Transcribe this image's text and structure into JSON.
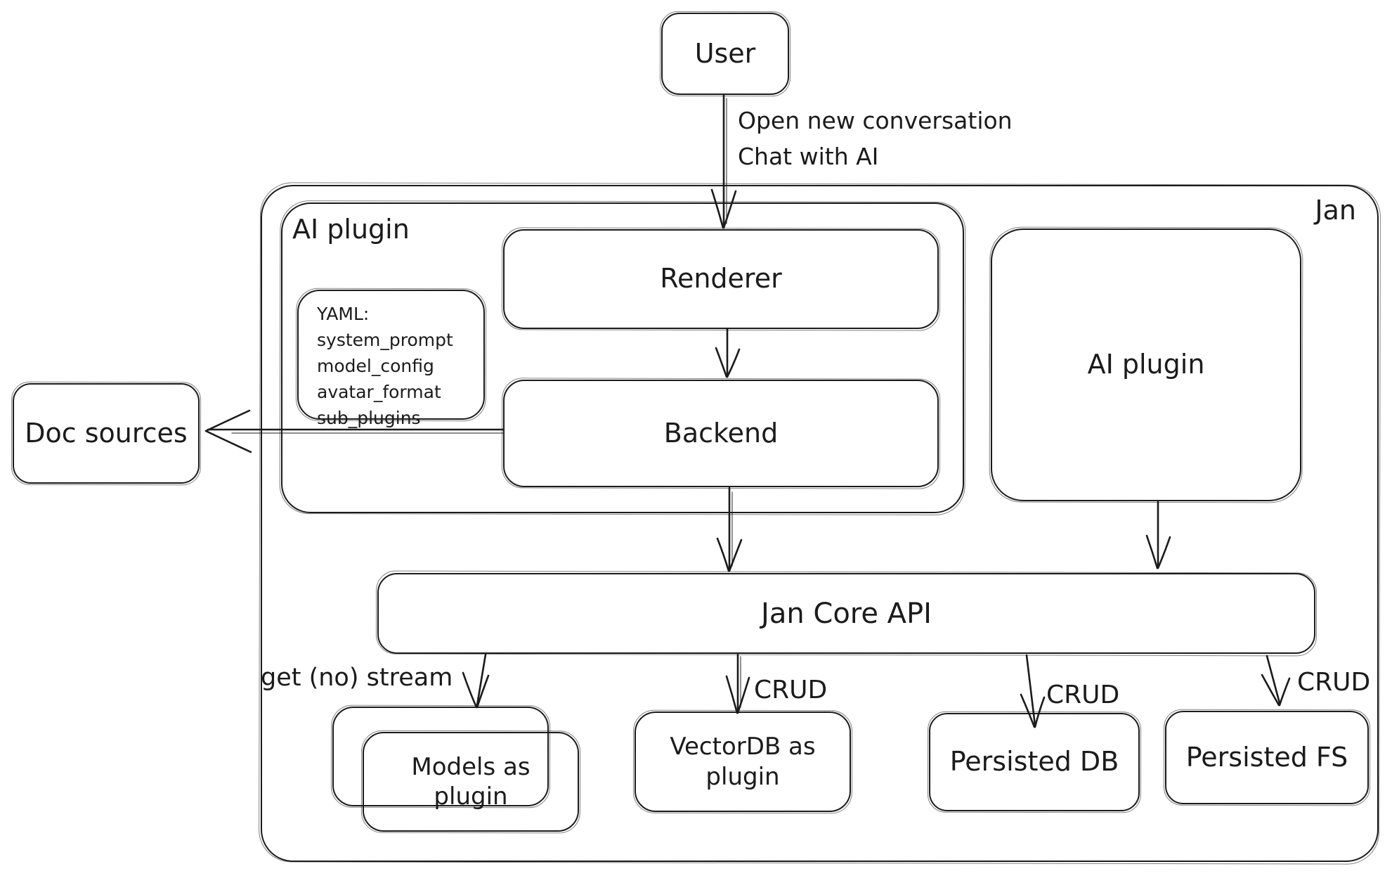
{
  "nodes": {
    "user": {
      "label": "User"
    },
    "jan": {
      "label": "Jan"
    },
    "ai_plugin_group": {
      "label": "AI plugin"
    },
    "renderer": {
      "label": "Renderer"
    },
    "backend": {
      "label": "Backend"
    },
    "yaml_note": {
      "title": "YAML:",
      "items": [
        "system_prompt",
        "model_config",
        "avatar_format",
        "sub_plugins"
      ]
    },
    "doc_sources": {
      "label": "Doc sources"
    },
    "ai_plugin_box": {
      "label": "AI plugin"
    },
    "jan_core_api": {
      "label": "Jan Core API"
    },
    "models_plugin": {
      "label": "Models as plugin"
    },
    "vectordb_plugin": {
      "label": "VectorDB as plugin"
    },
    "persisted_db": {
      "label": "Persisted DB"
    },
    "persisted_fs": {
      "label": "Persisted FS"
    }
  },
  "edges": {
    "user_open": {
      "line1": "Open new conversation",
      "line2": "Chat with AI"
    },
    "get_no_stream": {
      "label": "get (no) stream"
    },
    "crud_vectordb": {
      "label": "CRUD"
    },
    "crud_persisted_db": {
      "label": "CRUD"
    },
    "crud_persisted_fs": {
      "label": "CRUD"
    }
  },
  "colors": {
    "stroke": "#1b1b1b",
    "background": "#ffffff"
  }
}
